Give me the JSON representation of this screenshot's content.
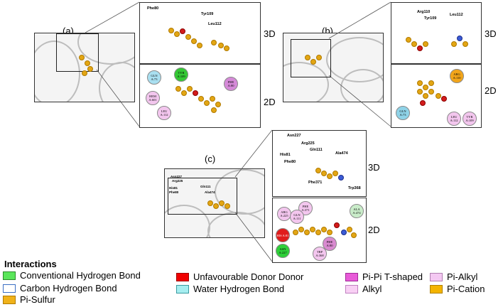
{
  "panels": {
    "a": {
      "label": "(a)",
      "d3": "3D",
      "d2": "2D"
    },
    "b": {
      "label": "(b)",
      "d3": "3D",
      "d2": "2D"
    },
    "c": {
      "label": "(c)",
      "d3": "3D",
      "d2": "2D"
    }
  },
  "residues": {
    "a3d": [
      "Phe80",
      "Tyr109",
      "Leu112"
    ],
    "b3d": [
      "Arg110",
      "Tyr109",
      "Leu112"
    ],
    "c3d": [
      "Asn227",
      "Arg225",
      "His81",
      "Gln111",
      "Ala474",
      "Phe80",
      "Phe371",
      "Trp368"
    ],
    "cZoom": [
      "Asn227",
      "Arg225",
      "His81",
      "Phe80",
      "Gln111",
      "Ala474"
    ]
  },
  "nodes": {
    "a2d": [
      {
        "text": "GLN A:73",
        "color": "#a9dff0"
      },
      {
        "text": "TYR A:109",
        "color": "#34c834"
      },
      {
        "text": "PHE A:80",
        "color": "#d58ad8"
      },
      {
        "text": "HEM A:601",
        "color": "#f3c6ee"
      },
      {
        "text": "LEU A:112",
        "color": "#f3c6ee"
      }
    ],
    "b2d": [
      {
        "text": "ARG A:110",
        "color": "#f2a51a"
      },
      {
        "text": "GLN A:73",
        "color": "#8fd3e8"
      },
      {
        "text": "LEU A:112",
        "color": "#f3c6ee"
      },
      {
        "text": "TYR A:109",
        "color": "#f3c6ee"
      }
    ],
    "c2d": [
      {
        "text": "ARG A:225",
        "color": "#f3c6ee"
      },
      {
        "text": "PHE A:371",
        "color": "#f3c6ee"
      },
      {
        "text": "GLN A:111",
        "color": "#f3c6ee"
      },
      {
        "text": "ALA A:474",
        "color": "#c9ecc9"
      },
      {
        "text": "HIS A:81",
        "color": "#e01c1c"
      },
      {
        "text": "ASN A:227",
        "color": "#2fcf3a"
      },
      {
        "text": "TRP A:368",
        "color": "#f3c6ee"
      },
      {
        "text": "PHE A:80",
        "color": "#d98ad0"
      }
    ]
  },
  "legend": {
    "title": "Interactions",
    "items": [
      {
        "label": "Conventional Hydrogen Bond",
        "color": "#5ae65a",
        "border": "#2a8a2a"
      },
      {
        "label": "Carbon Hydrogen Bond",
        "color": "#ffffff",
        "border": "#3b6fc4"
      },
      {
        "label": "Pi-Sulfur",
        "color": "#f0b21a",
        "border": "#b07a00"
      },
      {
        "label": "Unfavourable Donor Donor",
        "color": "#f00000",
        "border": "#a00000"
      },
      {
        "label": "Water Hydrogen Bond",
        "color": "#a6eef0",
        "border": "#3a9aa0"
      },
      {
        "label": "Pi-Pi T-shaped",
        "color": "#e85ad8",
        "border": "#a02a98"
      },
      {
        "label": "Alkyl",
        "color": "#f8d0f4",
        "border": "#c080c0"
      },
      {
        "label": "Pi-Alkyl",
        "color": "#f4c8f2",
        "border": "#b080b0"
      },
      {
        "label": "Pi-Cation",
        "color": "#f4b400",
        "border": "#b08000"
      }
    ]
  }
}
